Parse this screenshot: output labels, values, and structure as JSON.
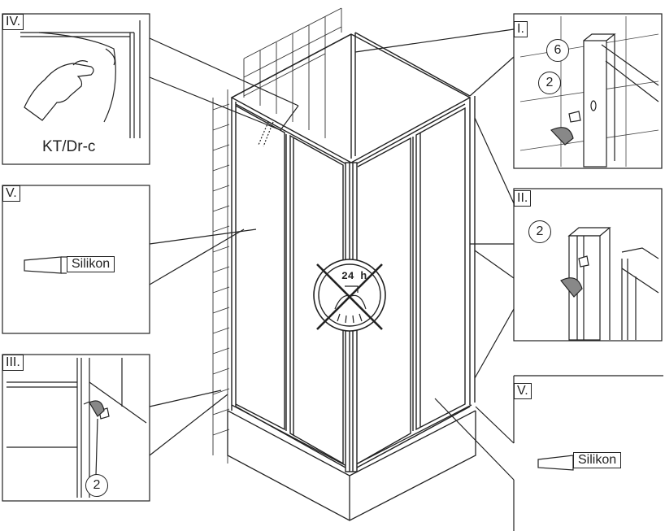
{
  "panels": {
    "iv": {
      "label": "IV.",
      "caption": "KT/Dr-c"
    },
    "v_left": {
      "label": "V.",
      "tube_text": "Silikon"
    },
    "iii": {
      "label": "III.",
      "part_number": "2"
    },
    "i": {
      "label": "I.",
      "part_6": "6",
      "part_2": "2"
    },
    "ii": {
      "label": "II.",
      "part_number": "2"
    },
    "v_right": {
      "label": "V.",
      "tube_text": "Silikon"
    }
  },
  "warning_sign": {
    "text": "24 h",
    "icon": "no-shower-24h-icon"
  },
  "colors": {
    "line": "#222222",
    "tile": "#444444",
    "background": "#ffffff"
  }
}
